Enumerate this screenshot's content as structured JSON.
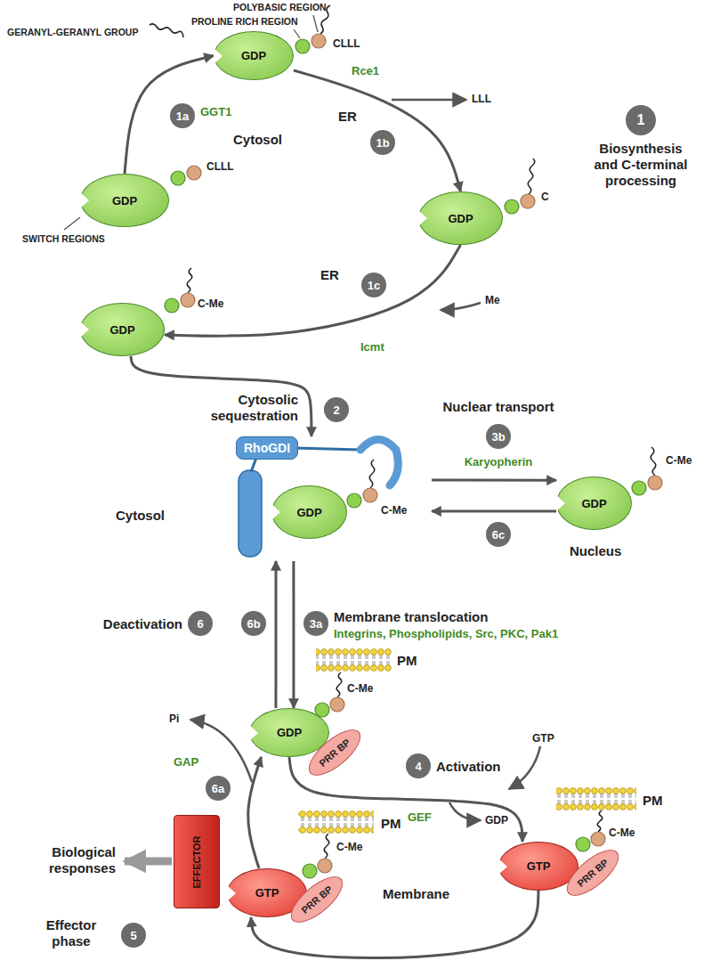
{
  "diagram": {
    "nodes": [
      {
        "text": [
          "GDP"
        ]
      },
      {
        "text": [
          "1a"
        ]
      },
      {
        "text": [
          "GDP"
        ]
      },
      {
        "text": [
          "1b"
        ]
      },
      {
        "text": [
          "1"
        ]
      },
      {
        "text": [
          "GDP"
        ]
      },
      {
        "text": [
          "1c"
        ]
      },
      {
        "text": [
          "GDP"
        ]
      },
      {
        "text": [
          "2"
        ]
      },
      {
        "text": [
          "RhoGDI"
        ]
      },
      {
        "text": [
          "GDP"
        ],
        "in": 9
      },
      {
        "text": [
          "3b"
        ]
      },
      {
        "text": [
          "GDP"
        ]
      },
      {
        "text": [
          "6c"
        ]
      },
      {
        "text": [
          "6"
        ]
      },
      {
        "text": [
          "6b"
        ]
      },
      {
        "text": [
          "3a"
        ]
      },
      {
        "text": [
          "4"
        ]
      },
      {
        "text": [
          "GDP"
        ]
      },
      {
        "text": [
          "PRR BP"
        ]
      },
      {
        "text": [
          "6a"
        ]
      },
      {
        "text": [
          "EFFECTOR"
        ]
      },
      {
        "text": [
          "GTP"
        ]
      },
      {
        "text": [
          "PRR BP"
        ]
      },
      {
        "text": [
          "GTP"
        ]
      },
      {
        "text": [
          "PRR BP"
        ]
      },
      {
        "text": [
          "5"
        ]
      }
    ],
    "edges": [
      {
        "from": 2,
        "to": 0,
        "arrow": "to"
      },
      {
        "from": 0,
        "to": 5,
        "arrow": "to"
      },
      {
        "from": 5,
        "to": 7,
        "arrow": "to"
      },
      {
        "from": 7,
        "to": 9,
        "arrow": "to"
      },
      {
        "from": 9,
        "to": 12,
        "arrow": "to"
      },
      {
        "from": 12,
        "to": 9,
        "arrow": "to"
      },
      {
        "from": 18,
        "to": 9,
        "arrow": "to"
      },
      {
        "from": 9,
        "to": 18,
        "arrow": "to"
      },
      {
        "from": 18,
        "to": 24,
        "arrow": "to"
      },
      {
        "from": 24,
        "to": 22,
        "arrow": "to"
      },
      {
        "from": 22,
        "to": 18,
        "arrow": "to"
      }
    ],
    "labels": [
      "GERANYL-GERANYL GROUP",
      "POLYBASIC REGION",
      "PROLINE RICH REGION",
      "GGT1",
      "Rce1",
      "LLL",
      "CLLL",
      "Cytosol",
      "ER",
      "CLLL",
      "SWITCH REGIONS",
      "C",
      "Biosynthesis and C-terminal processing",
      "ER",
      "Me",
      "Icmt",
      "C-Me",
      "Cytosolic sequestration",
      "Nuclear transport",
      "Karyopherin",
      "Cytosol",
      "C-Me",
      "C-Me",
      "Nucleus",
      "Membrane translocation",
      "Integrins, Phospholipids, Src, PKC, Pak1",
      "Deactivation",
      "PM",
      "C-Me",
      "Activation",
      "GTP",
      "GEF",
      "GDP",
      "Pi",
      "GAP",
      "PM",
      "C-Me",
      "Biological responses",
      "Membrane",
      "Effector phase",
      "PM",
      "C-Me"
    ]
  }
}
